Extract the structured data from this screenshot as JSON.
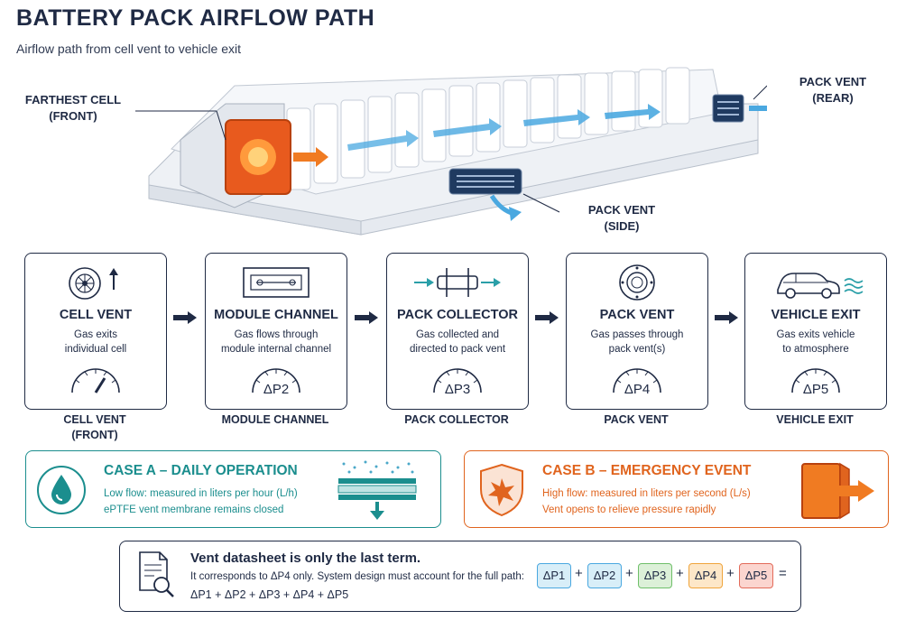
{
  "header": {
    "title": "BATTERY PACK AIRFLOW PATH",
    "subtitle": "Airflow path from cell vent to vehicle exit"
  },
  "callouts": {
    "farthest_cell": [
      "FARTHEST CELL",
      "(FRONT)"
    ],
    "pack_vent_rear": [
      "PACK VENT",
      "(REAR)"
    ],
    "pack_vent_side": [
      "PACK VENT",
      "(SIDE)"
    ]
  },
  "stages": [
    {
      "title": "CELL VENT",
      "desc": [
        "Gas exits",
        "individual cell"
      ],
      "gauge": "",
      "label": [
        "CELL VENT",
        "(FRONT)"
      ],
      "icon": "fan-icon"
    },
    {
      "title": "MODULE CHANNEL",
      "desc": [
        "Gas flows through",
        "module internal channel"
      ],
      "gauge": "ΔP2",
      "label": [
        "MODULE CHANNEL"
      ],
      "icon": "channel-icon"
    },
    {
      "title": "PACK COLLECTOR",
      "desc": [
        "Gas collected and",
        "directed to pack vent"
      ],
      "gauge": "ΔP3",
      "label": [
        "PACK COLLECTOR"
      ],
      "icon": "pipe-icon"
    },
    {
      "title": "PACK VENT",
      "desc": [
        "Gas passes through",
        "pack vent(s)"
      ],
      "gauge": "ΔP4",
      "label": [
        "PACK VENT"
      ],
      "icon": "vent-icon"
    },
    {
      "title": "VEHICLE EXIT",
      "desc": [
        "Gas exits vehicle",
        "to atmosphere"
      ],
      "gauge": "ΔP5",
      "label": [
        "VEHICLE EXIT"
      ],
      "icon": "car-icon"
    }
  ],
  "case_a": {
    "title": "CASE A – DAILY OPERATION",
    "line1": "Low flow: measured in liters per hour (L/h)",
    "line2": "ePTFE vent membrane remains closed",
    "color": "#1b8e8e"
  },
  "case_b": {
    "title": "CASE B – EMERGENCY EVENT",
    "line1": "High flow: measured in liters per second (L/s)",
    "line2": "Vent opens to relieve pressure rapidly",
    "color": "#e0641e"
  },
  "note": {
    "title": "Vent datasheet is only the last term.",
    "line_pre": "It corresponds to ",
    "line_term": "ΔP4",
    "line_post": " only. System design must account for the full path:",
    "formula": "ΔP1 + ΔP2 + ΔP3 + ΔP4 + ΔP5",
    "terms": [
      "ΔP1",
      "ΔP2",
      "ΔP3",
      "ΔP4",
      "ΔP5"
    ],
    "operators": [
      "+",
      "+",
      "+",
      "+",
      "="
    ],
    "term_colors": [
      "#d8eef8",
      "#d8eef8",
      "#dcf0d8",
      "#fde7c8",
      "#fbd5cf"
    ]
  }
}
